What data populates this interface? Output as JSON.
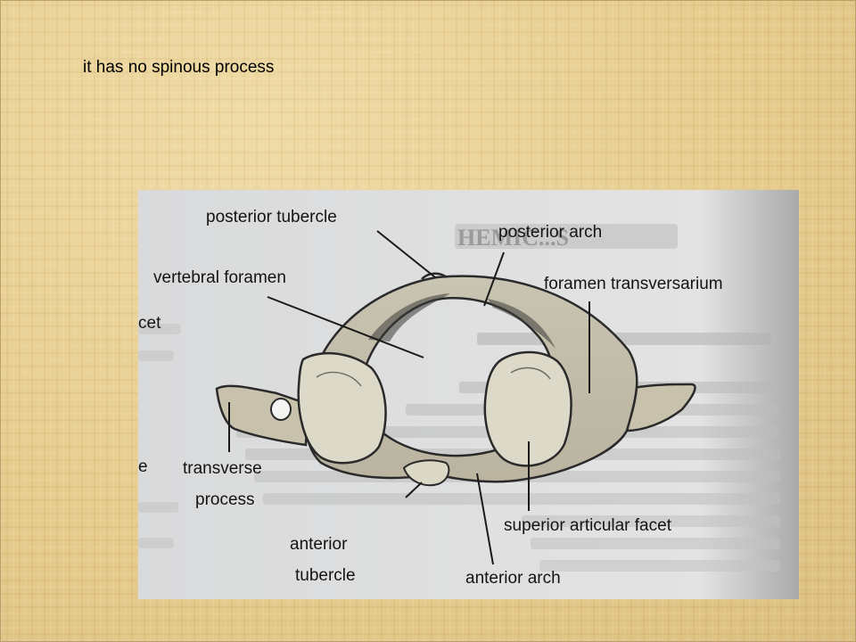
{
  "slide": {
    "caption": "it has no spinous process"
  },
  "figure": {
    "labels": {
      "posterior_tubercle": "posterior tubercle",
      "posterior_arch": "posterior arch",
      "vertebral_foramen": "vertebral foramen",
      "foramen_transversarium": "foramen transversarium",
      "facet_fragment": "cet",
      "e_fragment": "e",
      "transverse_process_line1": "transverse",
      "transverse_process_line2": "process",
      "anterior_tubercle_line1": "anterior",
      "anterior_tubercle_line2": "tubercle",
      "superior_articular_facet": "superior articular facet",
      "anterior_arch": "anterior arch"
    }
  }
}
